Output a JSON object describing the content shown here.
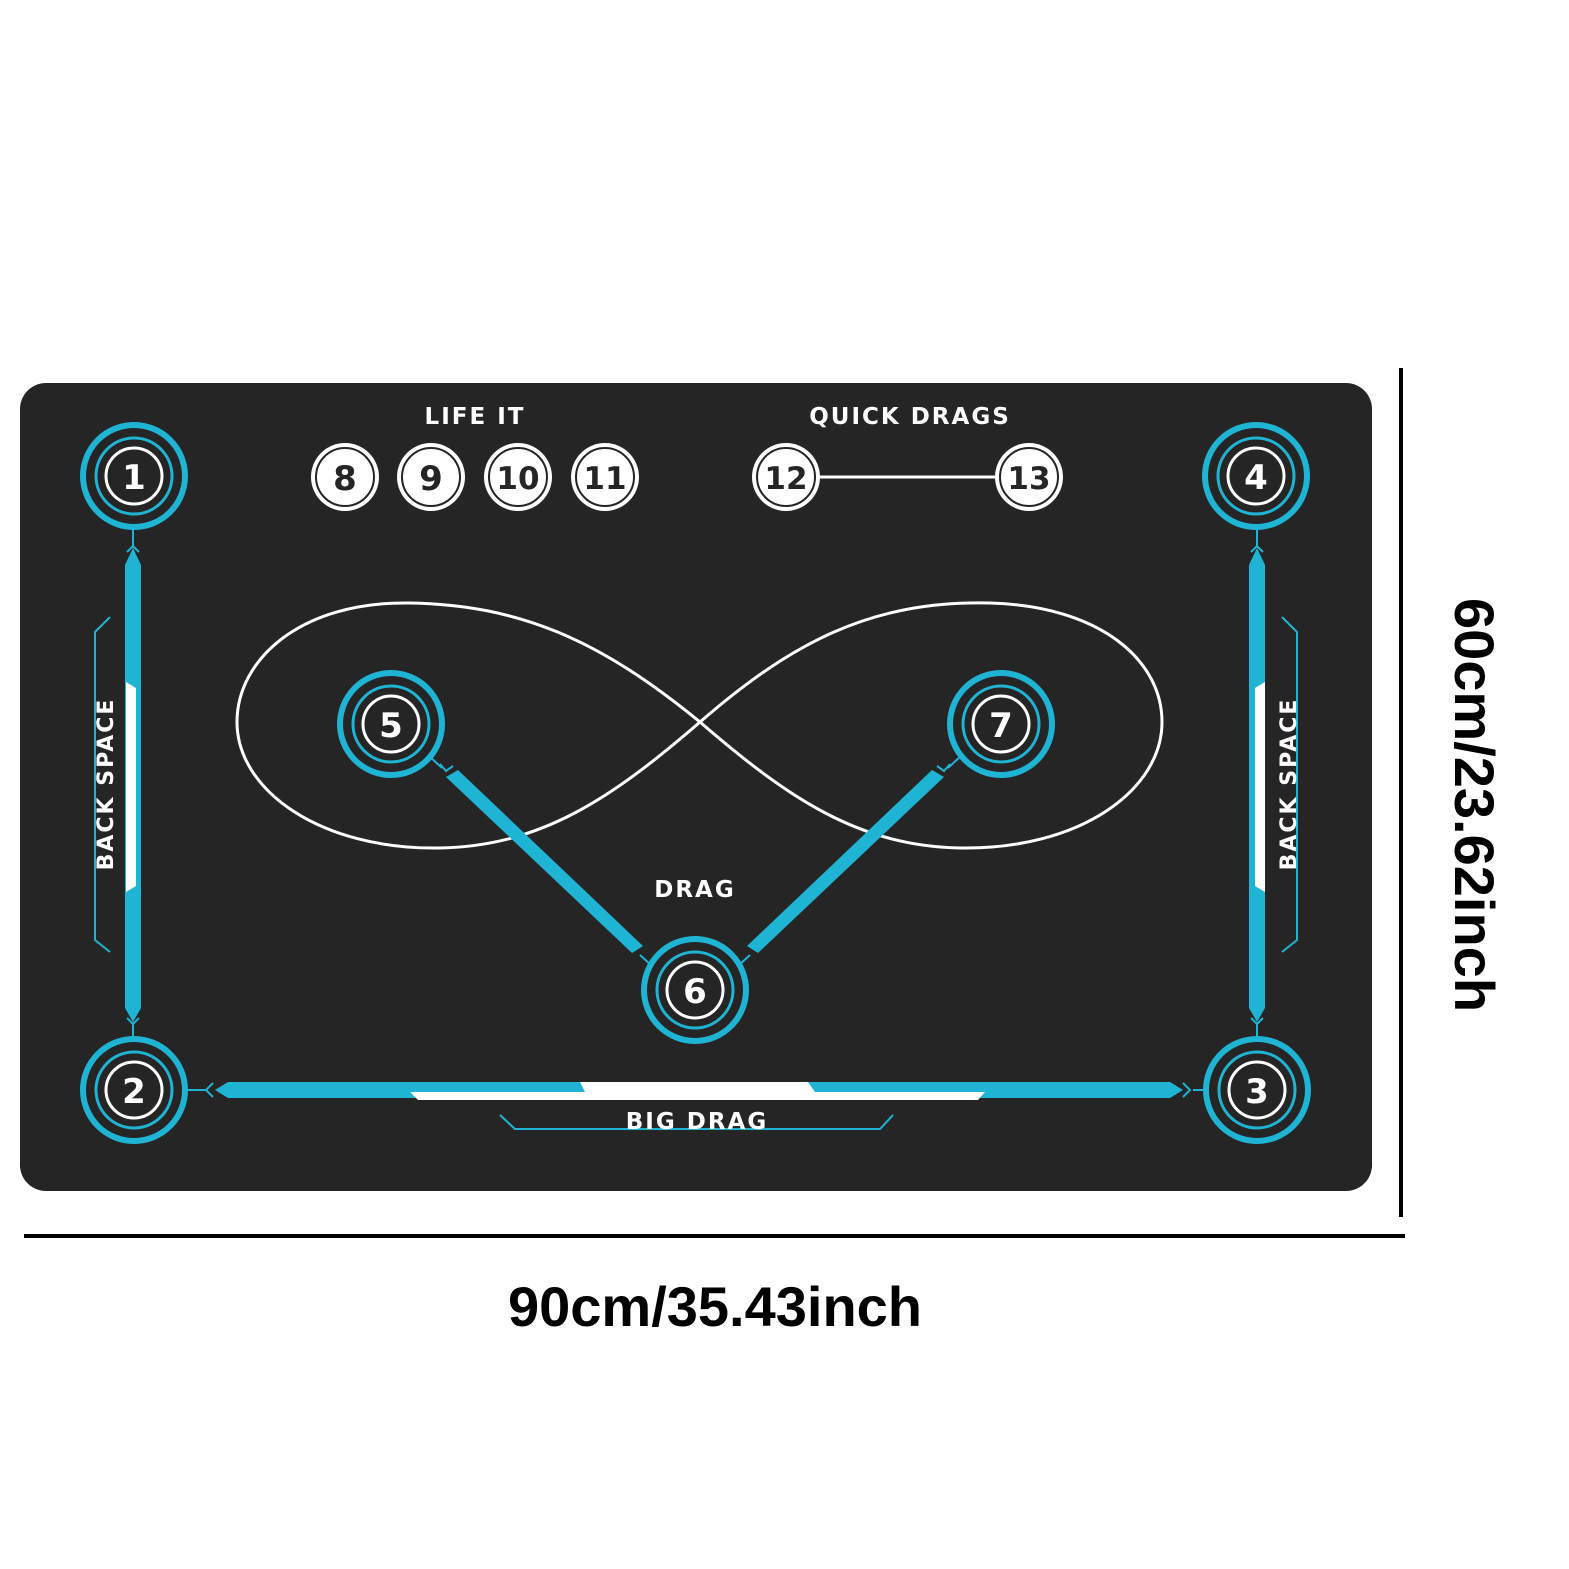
{
  "mat": {
    "background_color": "#252525",
    "accent_color": "#1fb4d4",
    "line_color": "#ffffff",
    "labels": {
      "life_it": "LIFE IT",
      "quick_drags": "QUICK DRAGS",
      "drag": "DRAG",
      "big_drag": "BIG DRAG",
      "back_space_left": "BACK SPACE",
      "back_space_right": "BACK SPACE"
    },
    "corner_points": [
      "1",
      "2",
      "3",
      "4"
    ],
    "drag_points": [
      "5",
      "6",
      "7"
    ],
    "life_it_points": [
      "8",
      "9",
      "10",
      "11"
    ],
    "quick_drag_points": [
      "12",
      "13"
    ]
  },
  "dimensions": {
    "width_label": "90cm/35.43inch",
    "height_label": "60cm/23.62inch"
  }
}
